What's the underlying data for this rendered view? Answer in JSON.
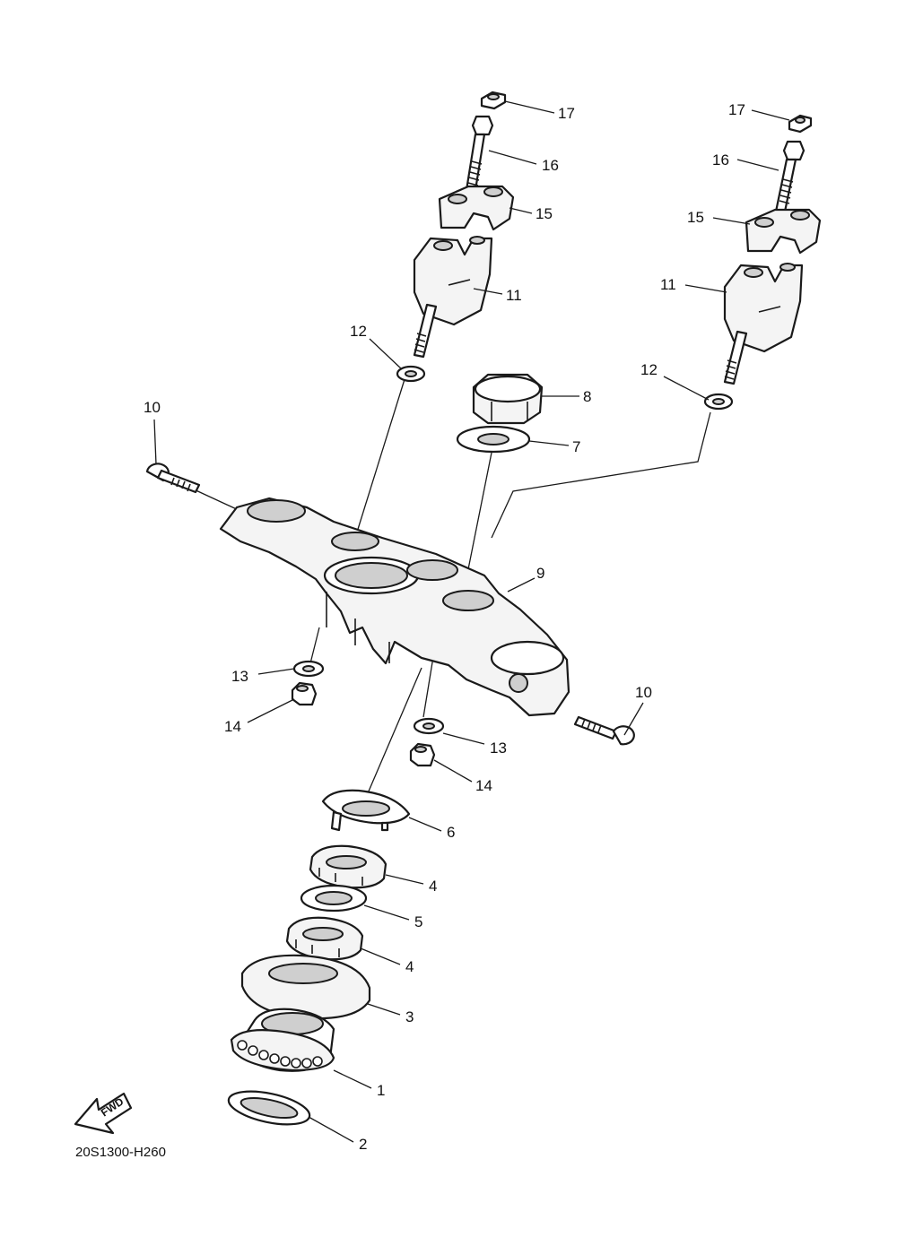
{
  "diagram": {
    "code": "20S1300-H260",
    "fwd_label": "FWD",
    "callouts": [
      {
        "id": "c1",
        "text": "1"
      },
      {
        "id": "c2",
        "text": "2"
      },
      {
        "id": "c3",
        "text": "3"
      },
      {
        "id": "c4a",
        "text": "4"
      },
      {
        "id": "c4b",
        "text": "4"
      },
      {
        "id": "c5",
        "text": "5"
      },
      {
        "id": "c6",
        "text": "6"
      },
      {
        "id": "c7",
        "text": "7"
      },
      {
        "id": "c8",
        "text": "8"
      },
      {
        "id": "c9",
        "text": "9"
      },
      {
        "id": "c10a",
        "text": "10"
      },
      {
        "id": "c10b",
        "text": "10"
      },
      {
        "id": "c11a",
        "text": "11"
      },
      {
        "id": "c11b",
        "text": "11"
      },
      {
        "id": "c12a",
        "text": "12"
      },
      {
        "id": "c12b",
        "text": "12"
      },
      {
        "id": "c13a",
        "text": "13"
      },
      {
        "id": "c13b",
        "text": "13"
      },
      {
        "id": "c14a",
        "text": "14"
      },
      {
        "id": "c14b",
        "text": "14"
      },
      {
        "id": "c15a",
        "text": "15"
      },
      {
        "id": "c15b",
        "text": "15"
      },
      {
        "id": "c16a",
        "text": "16"
      },
      {
        "id": "c16b",
        "text": "16"
      },
      {
        "id": "c17a",
        "text": "17"
      },
      {
        "id": "c17b",
        "text": "17"
      }
    ]
  }
}
